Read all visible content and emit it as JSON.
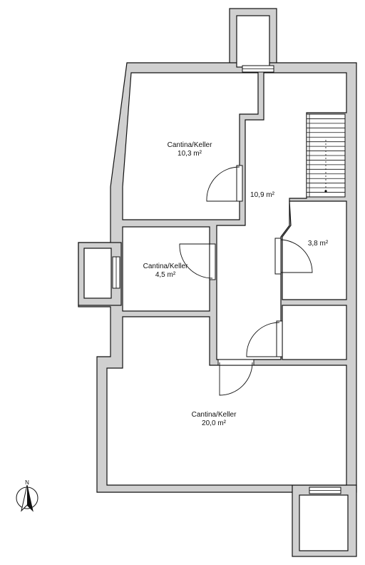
{
  "rooms": [
    {
      "id": "r1",
      "name": "Cantina/Keller",
      "area": "10,3 m²"
    },
    {
      "id": "r2",
      "name": "",
      "area": "10,9 m²"
    },
    {
      "id": "r3",
      "name": "",
      "area": "3,8 m²"
    },
    {
      "id": "r4",
      "name": "Cantina/Keller",
      "area": "4,5 m²"
    },
    {
      "id": "r5",
      "name": "Cantina/Keller",
      "area": "20,0 m²"
    }
  ],
  "compass": {
    "label": "N",
    "icon": "north-arrow-icon"
  },
  "colors": {
    "wall": "#d0d0d0",
    "line": "#111111",
    "floor": "#ffffff"
  }
}
